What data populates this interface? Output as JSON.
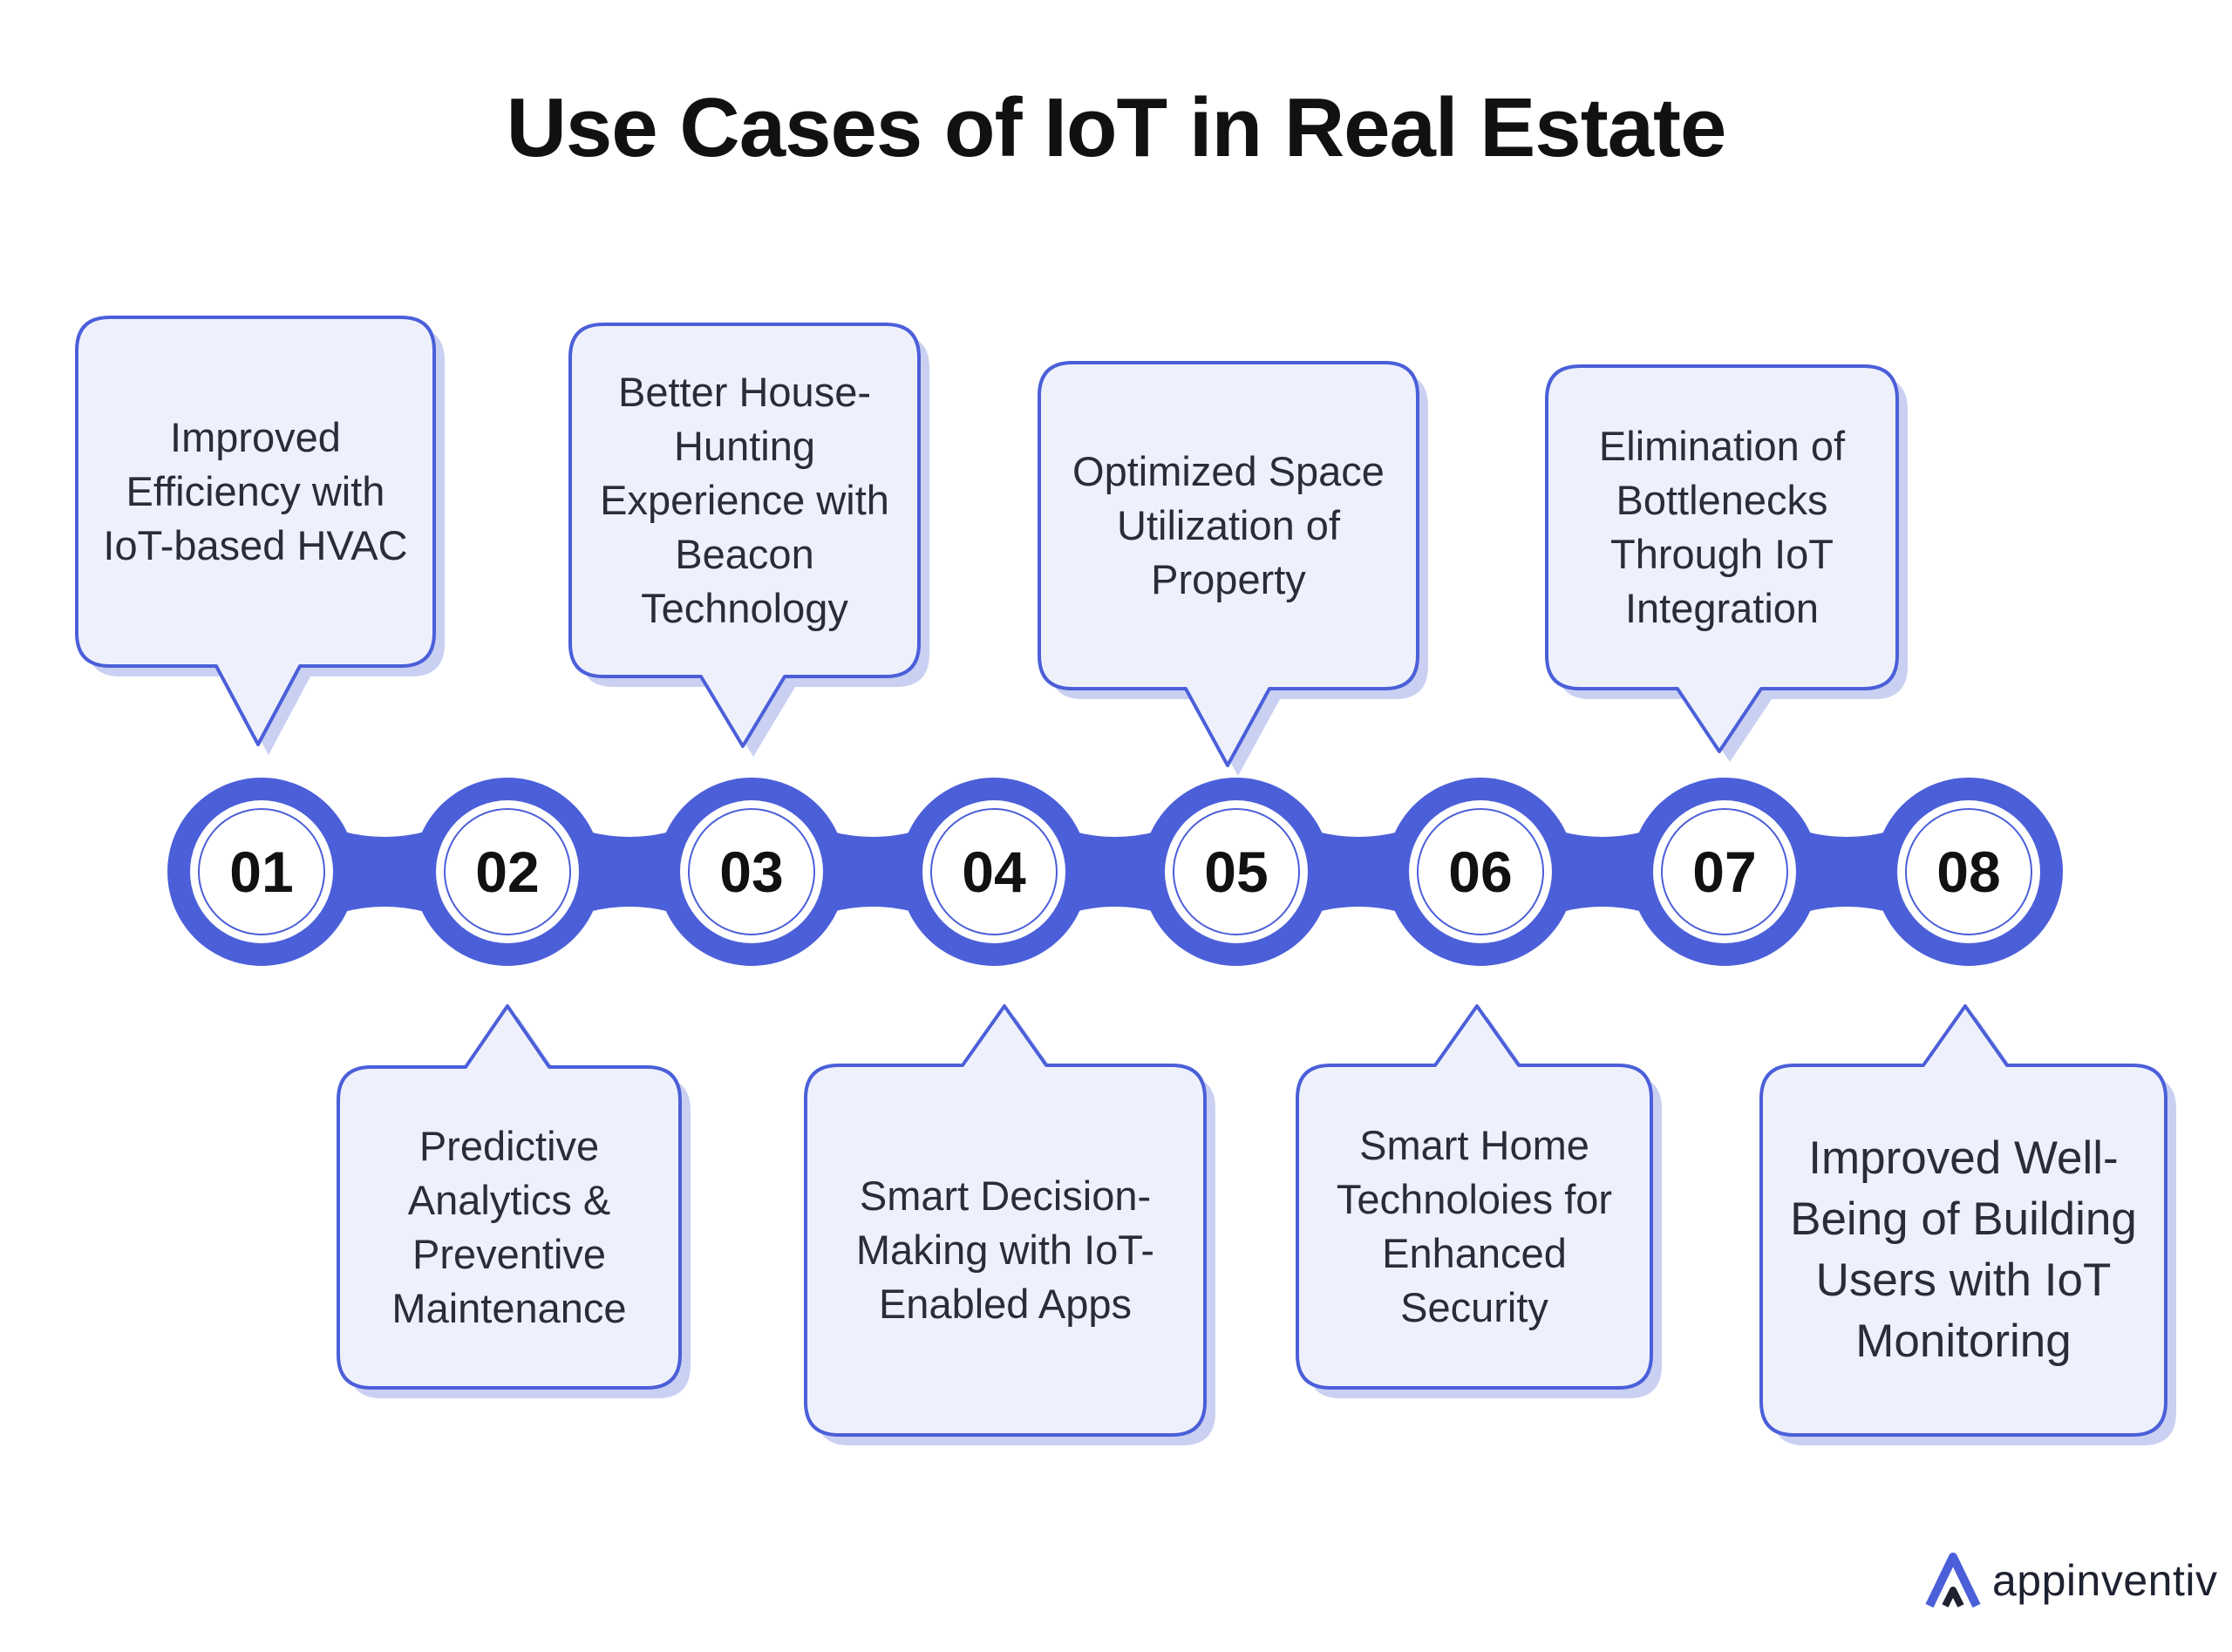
{
  "title": "Use Cases of IoT in Real Estate",
  "colors": {
    "accent": "#4B5FD9",
    "bubble_fill": "#EEF1FB",
    "bubble_stroke": "#4B5FD9",
    "bubble_shadow": "#C9D0F2",
    "text": "#2b2b3a"
  },
  "steps": [
    {
      "number": "01",
      "text": "Improved Efficiency with IoT-based HVAC",
      "position": "above"
    },
    {
      "number": "02",
      "text": "Predictive Analytics & Preventive Maintenance",
      "position": "below"
    },
    {
      "number": "03",
      "text": "Better House-Hunting Experience with Beacon Technology",
      "position": "above"
    },
    {
      "number": "04",
      "text": "Smart Decision-Making with IoT-Enabled Apps",
      "position": "below"
    },
    {
      "number": "05",
      "text": "Optimized Space Utilization of Property",
      "position": "above"
    },
    {
      "number": "06",
      "text": "Smart Home Technoloies for Enhanced Security",
      "position": "below"
    },
    {
      "number": "07",
      "text": "Elimination of Bottlenecks Through IoT Integration",
      "position": "above"
    },
    {
      "number": "08",
      "text": "Improved Well-Being of Building Users with IoT Monitoring",
      "position": "below"
    }
  ],
  "logo": {
    "text": "appinventiv",
    "icon": "appinventiv-logo-icon"
  }
}
